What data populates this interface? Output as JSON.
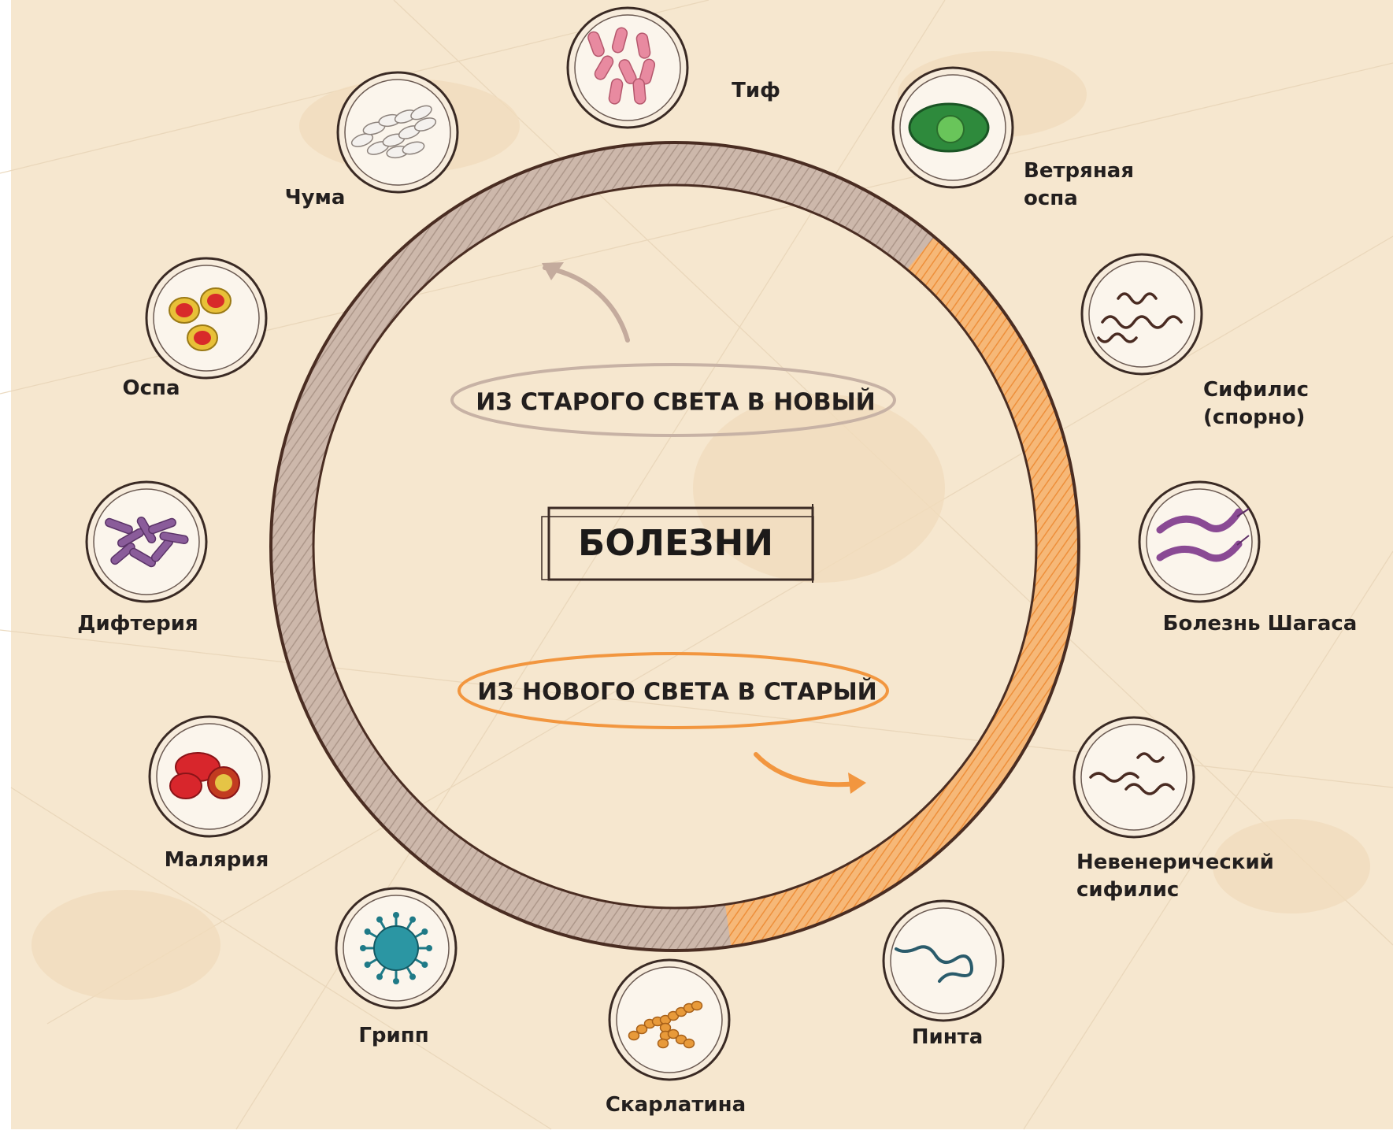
{
  "title": "БОЛЕЗНИ",
  "legend": {
    "old_to_new": "ИЗ СТАРОГО СВЕТА В НОВЫЙ",
    "new_to_old": "ИЗ НОВОГО СВЕТА В СТАРЫЙ"
  },
  "colors": {
    "background": "#f6e7cf",
    "old_to_new": "#c2ac9f",
    "new_to_old": "#f4a04e",
    "ring_outline": "#4a2d22",
    "text": "#231f1e"
  },
  "diseases": [
    {
      "label": "Тиф",
      "icon": "typhus-bacteria-icon",
      "direction": "old_to_new"
    },
    {
      "label": "Ветряная",
      "label2": "оспа",
      "icon": "chickenpox-virus-icon",
      "direction": "old_to_new"
    },
    {
      "label": "Сифилис",
      "label2": "(спорно)",
      "icon": "syphilis-spirochete-icon",
      "direction": "new_to_old"
    },
    {
      "label": "Болезнь Шагаса",
      "icon": "chagas-trypanosoma-icon",
      "direction": "new_to_old"
    },
    {
      "label": "Невенерический",
      "label2": "сифилис",
      "icon": "bejel-spirochete-icon",
      "direction": "new_to_old"
    },
    {
      "label": "Пинта",
      "icon": "pinta-spirochete-icon",
      "direction": "new_to_old"
    },
    {
      "label": "Скарлатина",
      "icon": "scarlet-fever-streptococcus-icon",
      "direction": "old_to_new"
    },
    {
      "label": "Грипп",
      "icon": "influenza-virus-icon",
      "direction": "old_to_new"
    },
    {
      "label": "Малярия",
      "icon": "malaria-blood-cells-icon",
      "direction": "old_to_new"
    },
    {
      "label": "Дифтерия",
      "icon": "diphtheria-bacteria-icon",
      "direction": "old_to_new"
    },
    {
      "label": "Оспа",
      "icon": "smallpox-cells-icon",
      "direction": "old_to_new"
    },
    {
      "label": "Чума",
      "icon": "plague-bacteria-icon",
      "direction": "old_to_new"
    }
  ]
}
